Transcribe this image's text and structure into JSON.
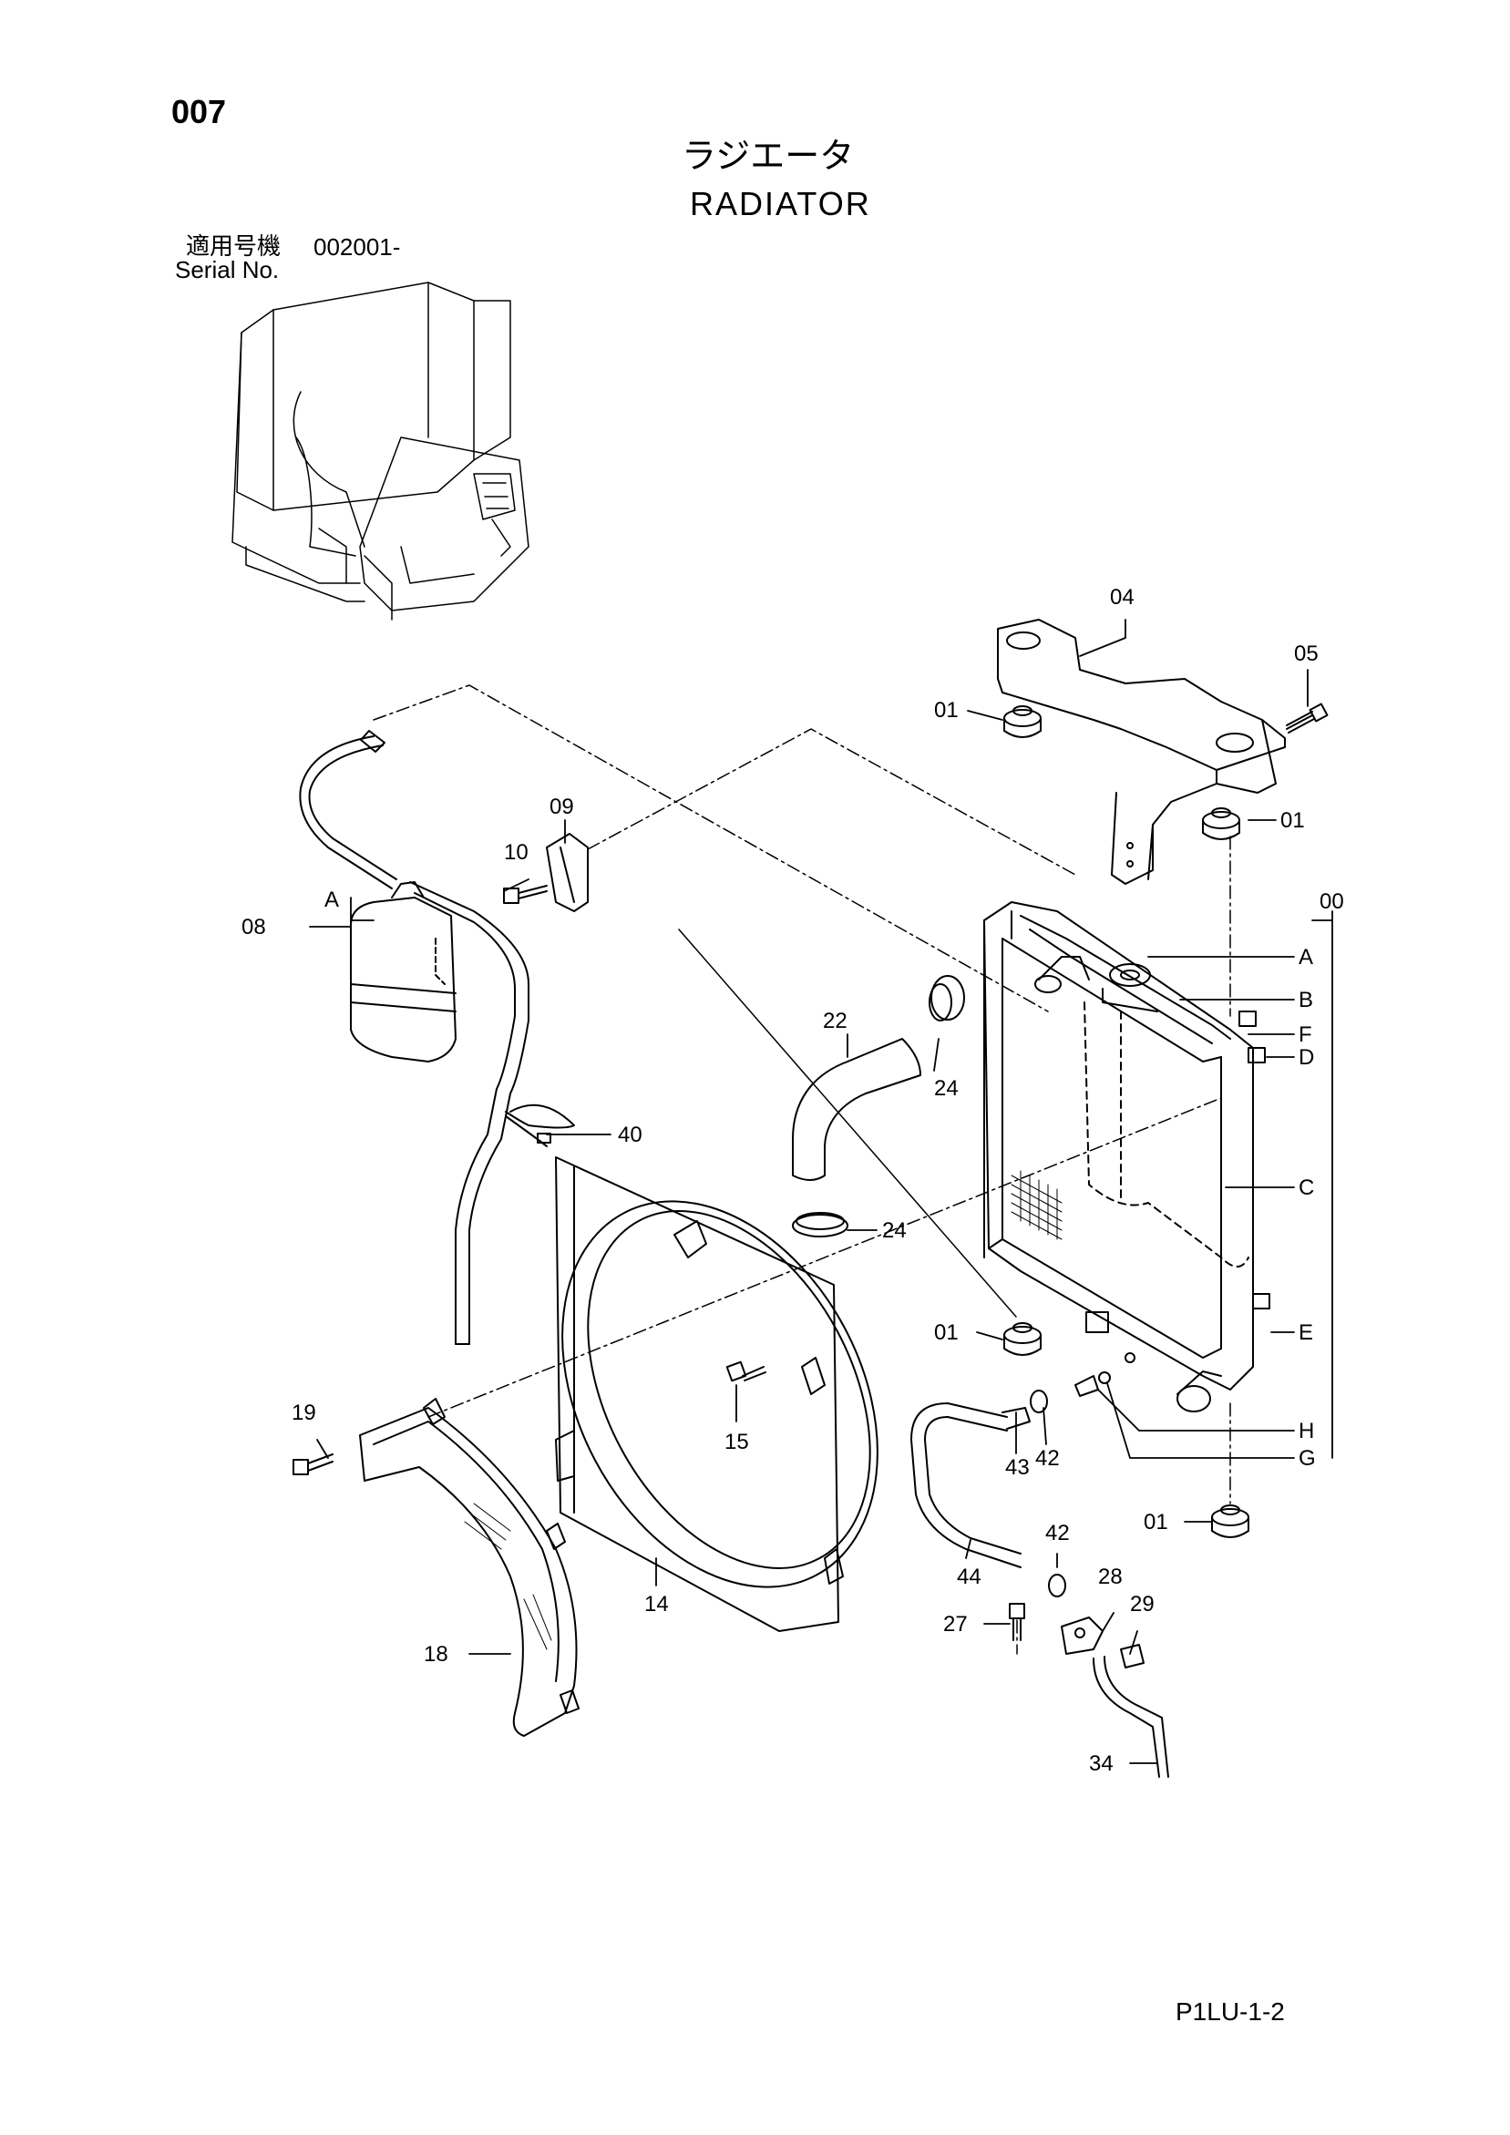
{
  "page": {
    "number": "007",
    "title_jp": "ラジエータ",
    "title_en": "RADIATOR",
    "serial_label_jp": "適用号機",
    "serial_value": "002001-",
    "serial_label_en": "Serial No.",
    "sheet_code": "P1LU-1-2"
  },
  "callouts": [
    {
      "id": "04",
      "part": "bracket"
    },
    {
      "id": "05",
      "part": "bolt"
    },
    {
      "id": "01",
      "part": "rubber mount (upper left)"
    },
    {
      "id": "01",
      "part": "rubber mount (upper right)"
    },
    {
      "id": "00",
      "part": "radiator assembly"
    },
    {
      "id": "09",
      "part": "clamp bracket"
    },
    {
      "id": "10",
      "part": "bolt"
    },
    {
      "id": "A",
      "part": "reservoir hose connection"
    },
    {
      "id": "08",
      "part": "reserve tank"
    },
    {
      "id": "A",
      "part": "radiator cap"
    },
    {
      "id": "B",
      "part": "upper tank"
    },
    {
      "id": "F",
      "part": "bracket"
    },
    {
      "id": "D",
      "part": "bracket"
    },
    {
      "id": "C",
      "part": "core"
    },
    {
      "id": "E",
      "part": "bracket"
    },
    {
      "id": "H",
      "part": "drain"
    },
    {
      "id": "G",
      "part": "o-ring"
    },
    {
      "id": "22",
      "part": "upper hose"
    },
    {
      "id": "24",
      "part": "hose clamp (upper)"
    },
    {
      "id": "24",
      "part": "hose clamp (lower)"
    },
    {
      "id": "40",
      "part": "band"
    },
    {
      "id": "01",
      "part": "rubber mount (lower)"
    },
    {
      "id": "01",
      "part": "rubber mount (bottom)"
    },
    {
      "id": "42",
      "part": "clamp"
    },
    {
      "id": "43",
      "part": "hose end"
    },
    {
      "id": "42",
      "part": "clamp (drain line)"
    },
    {
      "id": "44",
      "part": "drain hose"
    },
    {
      "id": "28",
      "part": "adapter"
    },
    {
      "id": "29",
      "part": "cock"
    },
    {
      "id": "27",
      "part": "bolt"
    },
    {
      "id": "34",
      "part": "tube"
    },
    {
      "id": "19",
      "part": "bolt"
    },
    {
      "id": "15",
      "part": "bolt"
    },
    {
      "id": "14",
      "part": "fan shroud"
    },
    {
      "id": "18",
      "part": "guard"
    }
  ]
}
